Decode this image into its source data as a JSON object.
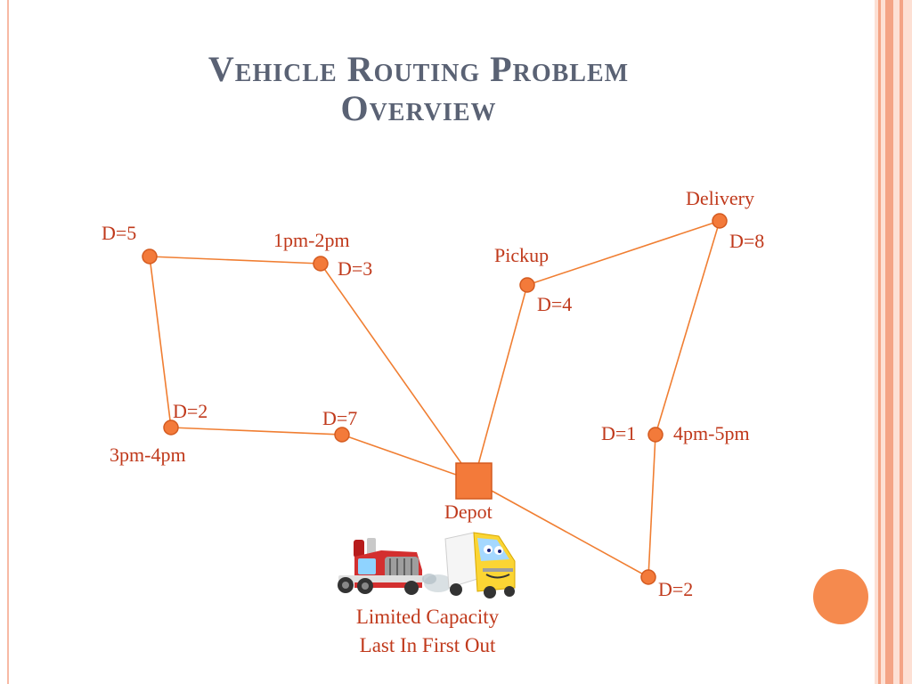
{
  "slide": {
    "title_line1": "Vehicle Routing Problem",
    "title_line2": "Overview"
  },
  "diagram": {
    "nodes": [
      {
        "id": "depot",
        "type": "depot",
        "labels": [
          "Depot"
        ]
      },
      {
        "id": "n1",
        "type": "stop",
        "labels": [
          "D=5"
        ]
      },
      {
        "id": "n2",
        "type": "stop",
        "labels": [
          "1pm-2pm",
          "D=3"
        ]
      },
      {
        "id": "n3",
        "type": "stop",
        "labels": [
          "D=2",
          "3pm-4pm"
        ]
      },
      {
        "id": "n4",
        "type": "stop",
        "labels": [
          "D=7"
        ]
      },
      {
        "id": "n5",
        "type": "stop",
        "labels": [
          "Pickup",
          "D=4"
        ]
      },
      {
        "id": "n6",
        "type": "stop",
        "labels": [
          "Delivery",
          "D=8"
        ]
      },
      {
        "id": "n7",
        "type": "stop",
        "labels": [
          "D=1",
          "4pm-5pm"
        ]
      },
      {
        "id": "n8",
        "type": "stop",
        "labels": [
          "D=2"
        ]
      }
    ],
    "edges": [
      [
        "depot",
        "n2"
      ],
      [
        "n2",
        "n1"
      ],
      [
        "n1",
        "n3"
      ],
      [
        "n3",
        "n4"
      ],
      [
        "n4",
        "depot"
      ],
      [
        "depot",
        "n5"
      ],
      [
        "n5",
        "n6"
      ],
      [
        "n6",
        "n7"
      ],
      [
        "n7",
        "n8"
      ],
      [
        "n8",
        "depot"
      ]
    ],
    "vehicles": [
      "red-semi-truck-icon",
      "yellow-delivery-van-icon"
    ],
    "caption_line1": "Limited Capacity",
    "caption_line2": "Last In First Out"
  },
  "colors": {
    "edge": "#f07e32",
    "node_fill": "#f37a3a",
    "node_stroke": "#d45a1f",
    "label": "#c0391b",
    "title": "#5a6274",
    "accent": "#f58a4e"
  }
}
